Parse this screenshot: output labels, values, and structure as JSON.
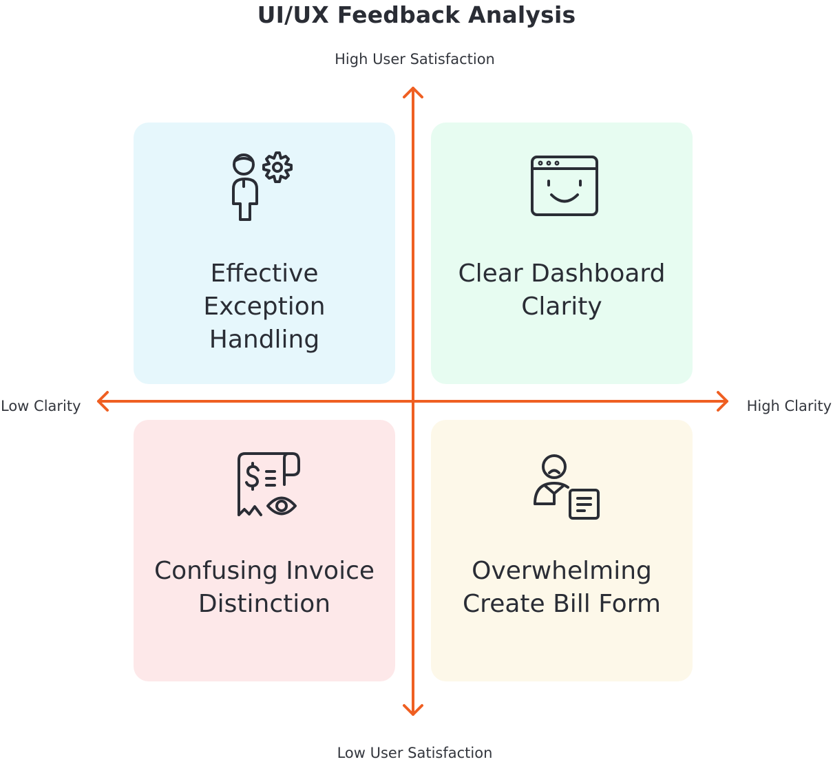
{
  "title": "UI/UX Feedback Analysis",
  "axes": {
    "top": "High User Satisfaction",
    "bottom": "Low User Satisfaction",
    "left": "Low Clarity",
    "right": "High Clarity",
    "color": "#ef5f22"
  },
  "quadrants": [
    {
      "id": "top-left",
      "icon": "person-gear-icon",
      "lines": [
        "Effective",
        "Exception",
        "Handling"
      ],
      "color": "#e6f7fc"
    },
    {
      "id": "top-right",
      "icon": "smiling-browser-window-icon",
      "lines": [
        "Clear Dashboard",
        "Clarity"
      ],
      "color": "#e7fcf1"
    },
    {
      "id": "bottom-left",
      "icon": "receipt-eye-icon",
      "lines": [
        "Confusing Invoice",
        "Distinction"
      ],
      "color": "#fde8e9"
    },
    {
      "id": "bottom-right",
      "icon": "sad-person-document-icon",
      "lines": [
        "Overwhelming",
        "Create Bill Form"
      ],
      "color": "#fdf8e9"
    }
  ]
}
